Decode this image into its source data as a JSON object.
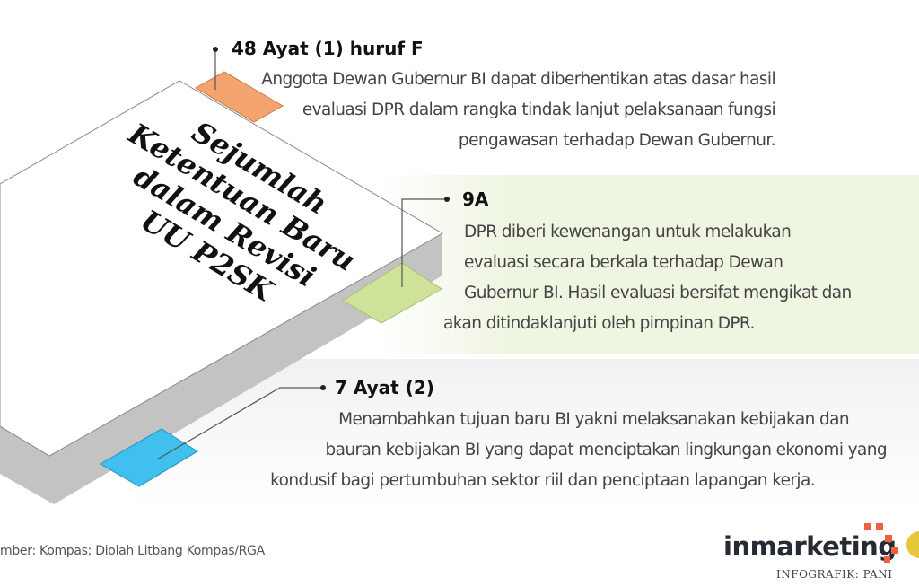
{
  "title_lines": [
    "Sejumlah",
    "Ketentuan Baru",
    "dalam Revisi",
    "UU P2SK"
  ],
  "items": [
    {
      "heading": "48 Ayat (1) huruf F",
      "lines": [
        "Anggota Dewan Gubernur BI dapat diberhentikan atas dasar hasil",
        "evaluasi DPR dalam rangka tindak lanjut pelaksanaan fungsi",
        "pengawasan terhadap Dewan Gubernur."
      ],
      "color": "#f4a46e"
    },
    {
      "heading": "9A",
      "lines": [
        "DPR diberi kewenangan untuk melakukan",
        "evaluasi secara berkala terhadap Dewan",
        "Gubernur BI. Hasil evaluasi bersifat mengikat dan",
        "akan ditindaklanjuti oleh pimpinan DPR."
      ],
      "color": "#cfe29a"
    },
    {
      "heading": "7 Ayat (2)",
      "lines": [
        "Menambahkan tujuan baru BI yakni melaksanakan kebijakan dan",
        "bauran kebijakan BI yang dapat menciptakan lingkungan ekonomi yang",
        "kondusif bagi pertumbuhan sektor riil dan penciptaan lapangan kerja."
      ],
      "color": "#3fc0ee"
    }
  ],
  "source": "mber: Kompas; Diolah Litbang Kompas/RGA",
  "logo": "inmarketing",
  "credit": "INFOGRAFIK: PANI",
  "colors": {
    "side": "#c3c3c3",
    "logo_accent": "#f0603f"
  }
}
